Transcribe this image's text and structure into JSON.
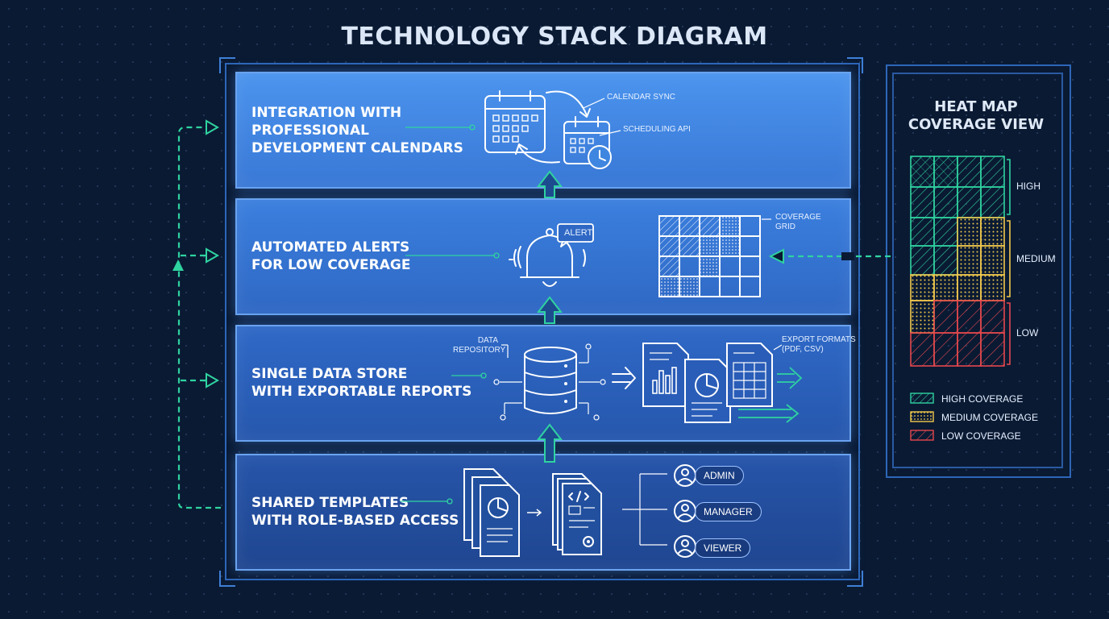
{
  "title": "TECHNOLOGY STACK DIAGRAM",
  "layers": [
    {
      "title": "INTEGRATION WITH\nPROFESSIONAL\nDEVELOPMENT CALENDARS",
      "labels": {
        "calendar_sync": "CALENDAR SYNC",
        "scheduling_api": "SCHEDULING API"
      }
    },
    {
      "title": "AUTOMATED ALERTS\nFOR LOW COVERAGE",
      "labels": {
        "alert_badge": "ALERT",
        "coverage_grid": "COVERAGE\nGRID"
      }
    },
    {
      "title": "SINGLE DATA STORE\nWITH EXPORTABLE REPORTS",
      "labels": {
        "data_repository": "DATA\nREPOSITORY",
        "export_formats": "EXPORT FORMATS\n(PDF, CSV)"
      }
    },
    {
      "title": "SHARED TEMPLATES\nWITH ROLE-BASED ACCESS",
      "roles": [
        "ADMIN",
        "MANAGER",
        "VIEWER"
      ]
    }
  ],
  "heatmap": {
    "title": "HEAT MAP\nCOVERAGE VIEW",
    "levels": [
      "HIGH",
      "MEDIUM",
      "LOW"
    ],
    "legend": [
      {
        "label": "HIGH COVERAGE",
        "color": "#2fd3a0"
      },
      {
        "label": "MEDIUM COVERAGE",
        "color": "#f2c94c"
      },
      {
        "label": "LOW COVERAGE",
        "color": "#e5484d"
      }
    ]
  },
  "colors": {
    "background": "#0a1a33",
    "layer_top": "#3f86e0",
    "layer_bottom": "#1f4a9a",
    "connector": "#2fd3a0",
    "accent": "#6aa3ef"
  }
}
